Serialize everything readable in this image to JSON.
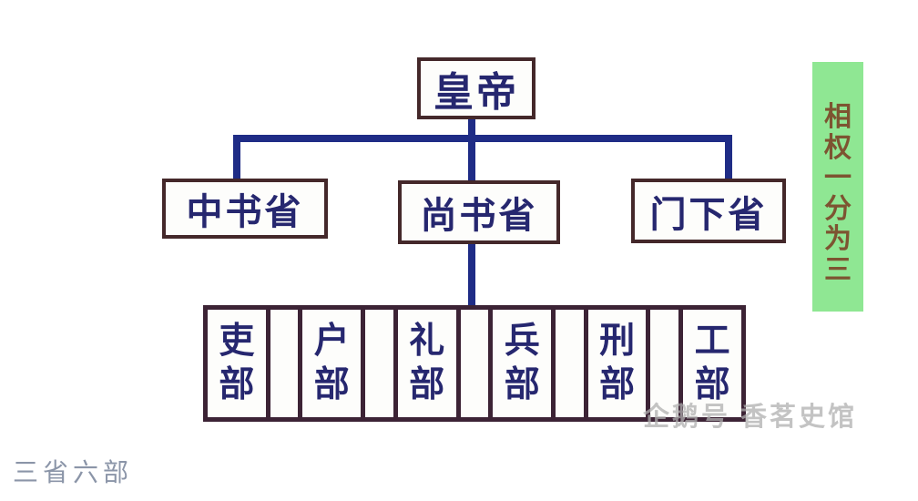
{
  "diagram": {
    "caption": "三省六部",
    "watermark": "企鹅号 香茗史馆",
    "emperor": {
      "label": "皇帝"
    },
    "departments": [
      {
        "label": "中书省"
      },
      {
        "label": "尚书省"
      },
      {
        "label": "门下省"
      }
    ],
    "ministries": [
      {
        "label": "吏部"
      },
      {
        "label": "户部"
      },
      {
        "label": "礼部"
      },
      {
        "label": "兵部"
      },
      {
        "label": "刑部"
      },
      {
        "label": "工部"
      }
    ],
    "side_note": {
      "text": "相权一分为三"
    },
    "colors": {
      "box_border": "#44282a",
      "ministry_border": "#3c2335",
      "text_navy": "#26276f",
      "connector_navy": "#1f2c86",
      "banner_green": "#8fe793",
      "banner_text_brown": "#7d5431",
      "caption_gray_blue": "#8b95a8",
      "watermark_gray": "#afafaf"
    }
  }
}
